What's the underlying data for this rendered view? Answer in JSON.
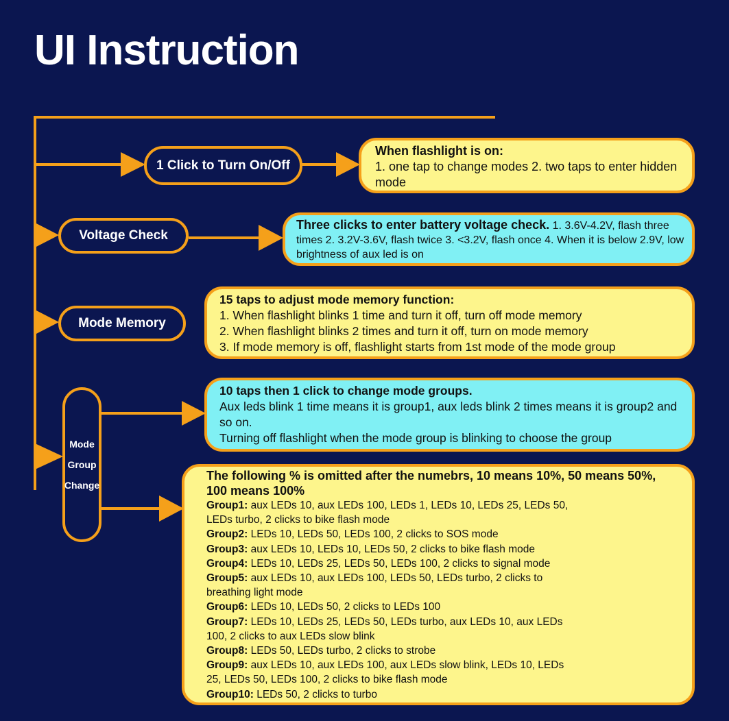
{
  "title": "UI Instruction",
  "colors": {
    "background": "#0b1650",
    "accent": "#f5a01a",
    "yellow_box": "#fdf58c",
    "cyan_box": "#80f0f4"
  },
  "nodes": {
    "click": "1 Click to Turn On/Off",
    "voltage": "Voltage Check",
    "memory": "Mode Memory",
    "group_lines": [
      "Mode",
      "Group",
      "Change"
    ]
  },
  "boxes": {
    "on": {
      "heading": "When flashlight is on:",
      "text": "1. one tap to change modes 2. two taps to enter hidden mode"
    },
    "voltage": {
      "heading": "Three clicks to enter battery voltage check.",
      "text": "1. 3.6V-4.2V, flash three times  2. 3.2V-3.6V, flash twice  3. <3.2V, flash once  4. When it is below 2.9V, low brightness of aux led is on"
    },
    "memory": {
      "heading": "15 taps to adjust mode memory function:",
      "lines": [
        "1. When flashlight blinks 1 time and turn it off, turn off mode memory",
        "2. When flashlight blinks 2 times and turn it off, turn on mode memory",
        "3. If mode memory is off, flashlight starts from 1st mode of the mode group"
      ]
    },
    "group_change": {
      "heading": "10 taps then 1 click to change mode groups.",
      "lines": [
        "Aux leds blink 1 time means it is group1, aux leds blink 2 times means it is group2 and so on.",
        "Turning off flashlight when the mode group is blinking to choose the group"
      ]
    },
    "groups": {
      "heading": "The following % is omitted after the numebrs, 10 means 10%, 50 means 50%, 100 means 100%",
      "items": [
        {
          "label": "Group1:",
          "text": "aux LEDs 10, aux LEDs 100, LEDs 1, LEDs 10, LEDs 25, LEDs 50, LEDs turbo, 2 clicks to bike flash mode"
        },
        {
          "label": "Group2:",
          "text": "LEDs 10, LEDs 50, LEDs 100, 2 clicks to SOS mode"
        },
        {
          "label": "Group3:",
          "text": "aux LEDs 10, LEDs 10, LEDs 50, 2 clicks to bike flash mode"
        },
        {
          "label": "Group4:",
          "text": "LEDs 10, LEDs 25, LEDs 50, LEDs 100, 2 clicks to signal mode"
        },
        {
          "label": "Group5:",
          "text": "aux LEDs 10, aux LEDs 100, LEDs 50, LEDs turbo, 2  clicks to breathing light mode"
        },
        {
          "label": "Group6:",
          "text": "LEDs 10, LEDs 50, 2 clicks to LEDs 100"
        },
        {
          "label": "Group7:",
          "text": "LEDs 10, LEDs 25, LEDs 50, LEDs turbo, aux LEDs 10, aux LEDs 100, 2 clicks to aux LEDs slow blink"
        },
        {
          "label": "Group8:",
          "text": "LEDs 50, LEDs turbo, 2 clicks to strobe"
        },
        {
          "label": "Group9:",
          "text": "aux LEDs 10, aux LEDs 100, aux LEDs slow blink, LEDs 10, LEDs 25, LEDs 50, LEDs 100, 2 clicks to bike flash mode"
        },
        {
          "label": "Group10:",
          "text": "LEDs 50, 2 clicks to turbo"
        }
      ]
    }
  }
}
